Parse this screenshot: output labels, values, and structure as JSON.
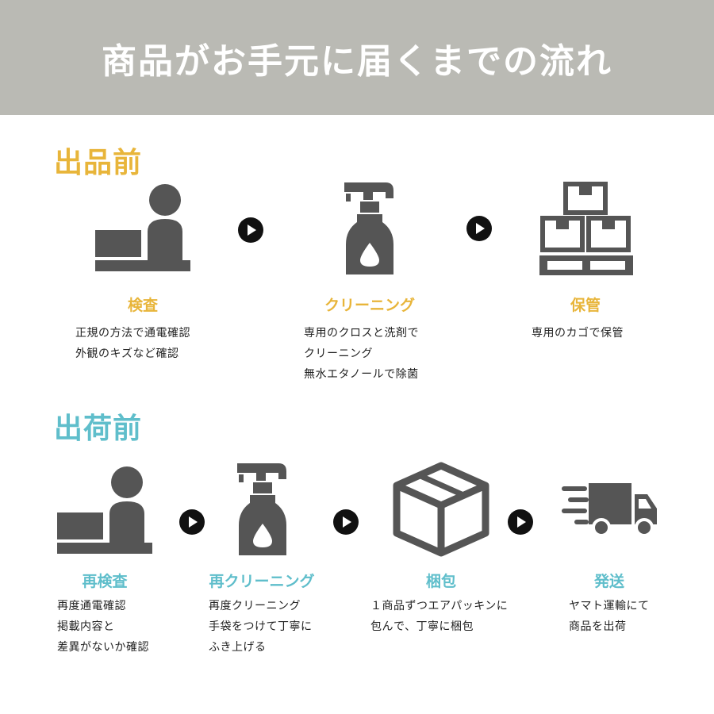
{
  "colors": {
    "banner_bg": "#babab4",
    "pre_listing_accent": "#e8b53a",
    "pre_shipping_accent": "#5fbecb",
    "icon_gray": "#555555"
  },
  "header": {
    "title": "商品がお手元に届くまでの流れ"
  },
  "pre_listing": {
    "title": "出品前",
    "steps": [
      {
        "icon": "person-laptop-icon",
        "title": "検査",
        "lines": [
          "正規の方法で通電確認",
          "外観のキズなど確認"
        ]
      },
      {
        "icon": "spray-bottle-icon",
        "title": "クリーニング",
        "lines": [
          "専用のクロスと洗剤で",
          "クリーニング",
          "無水エタノールで除菌"
        ]
      },
      {
        "icon": "boxes-pallet-icon",
        "title": "保管",
        "lines": [
          "専用のカゴで保管"
        ]
      }
    ]
  },
  "pre_shipping": {
    "title": "出荷前",
    "steps": [
      {
        "icon": "person-laptop-icon",
        "title": "再検査",
        "lines": [
          "再度通電確認",
          "掲載内容と",
          "差異がないか確認"
        ]
      },
      {
        "icon": "spray-bottle-icon",
        "title": "再クリーニング",
        "lines": [
          "再度クリーニング",
          "手袋をつけて丁寧に",
          "ふき上げる"
        ]
      },
      {
        "icon": "box-icon",
        "title": "梱包",
        "lines": [
          "１商品ずつエアパッキンに",
          "包んで、丁寧に梱包"
        ]
      },
      {
        "icon": "delivery-truck-icon",
        "title": "発送",
        "lines": [
          "ヤマト運輸にて",
          "商品を出荷"
        ]
      }
    ]
  }
}
